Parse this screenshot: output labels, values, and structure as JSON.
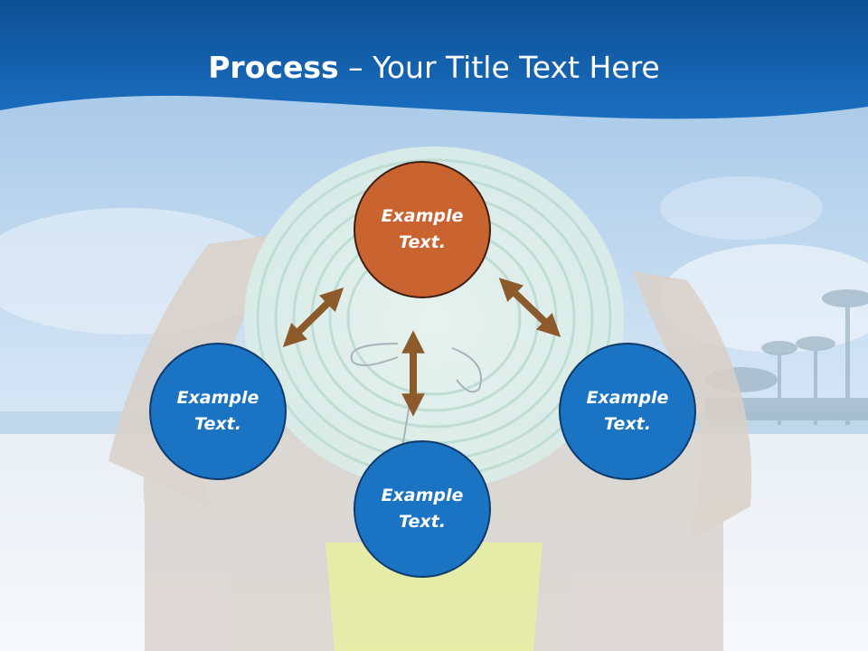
{
  "title": {
    "bold": "Process",
    "rest": " – Your Title Text Here"
  },
  "nodes": {
    "top": "Example\nText.",
    "left": "Example\nText.",
    "bottom": "Example\nText.",
    "right": "Example\nText."
  },
  "colors": {
    "header": "#1565b0",
    "header_dark": "#0d4f95",
    "node_blue": "#1a73c3",
    "node_orange": "#c96330",
    "arrow": "#8d5a2b"
  }
}
